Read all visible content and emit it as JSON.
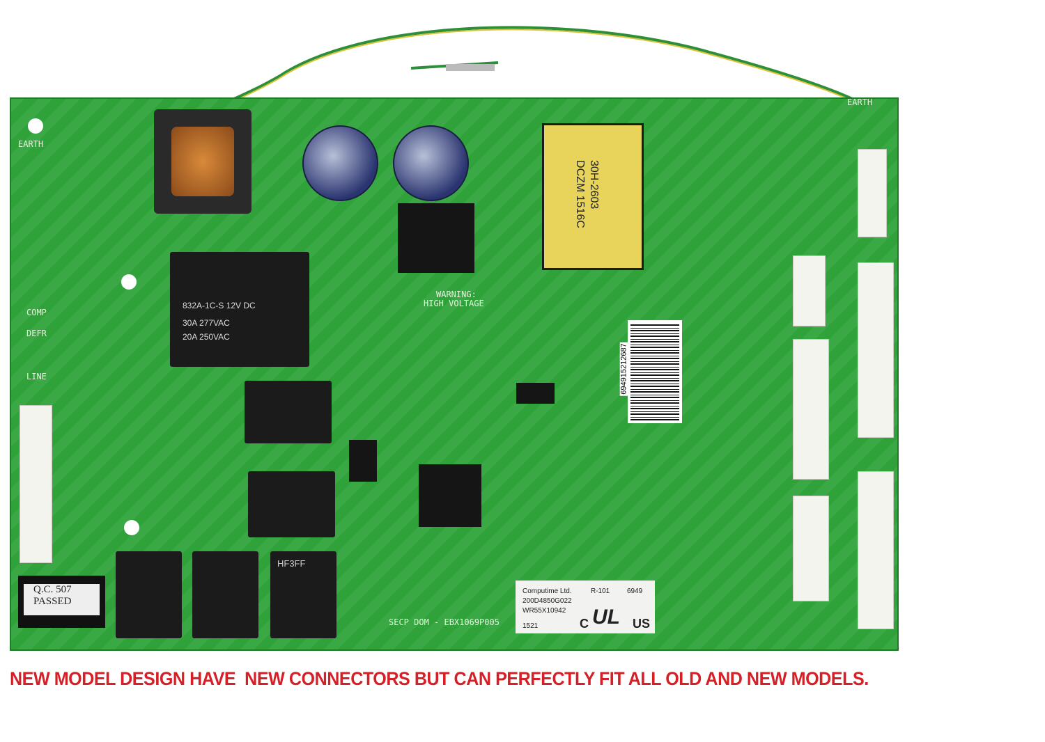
{
  "caption": "NEW MODEL DESIGN HAVE  NEW CONNECTORS BUT CAN PERFECTLY FIT ALL OLD AND NEW MODELS.",
  "board": {
    "silkscreen": {
      "comp": "COMP",
      "defr": "DEFR",
      "line": "LINE",
      "earth_left": "EARTH",
      "earth_right": "EARTH",
      "warning": "WARNING:",
      "high_voltage": "HIGH VOLTAGE",
      "part_number": "SECP DOM - EBX1069P005"
    },
    "main_relay": {
      "line1": "832A-1C-S  12V DC",
      "line2": "30A 277VAC",
      "line3": "20A 250VAC"
    },
    "small_relay": "HF3FF",
    "transformer": {
      "line1": "30H-2603",
      "line2": "DCZM 1516C"
    },
    "barcode": "694915212687",
    "qc_sticker": {
      "line1": "Q.C. 507",
      "line2": "PASSED"
    },
    "product_label": {
      "maker": "Computime Ltd.",
      "rev": "R-101",
      "code": "6949",
      "part": "200D4850G022",
      "model": "WR55X10942",
      "date": "1521",
      "cert_c": "C",
      "cert_us": "US"
    }
  }
}
